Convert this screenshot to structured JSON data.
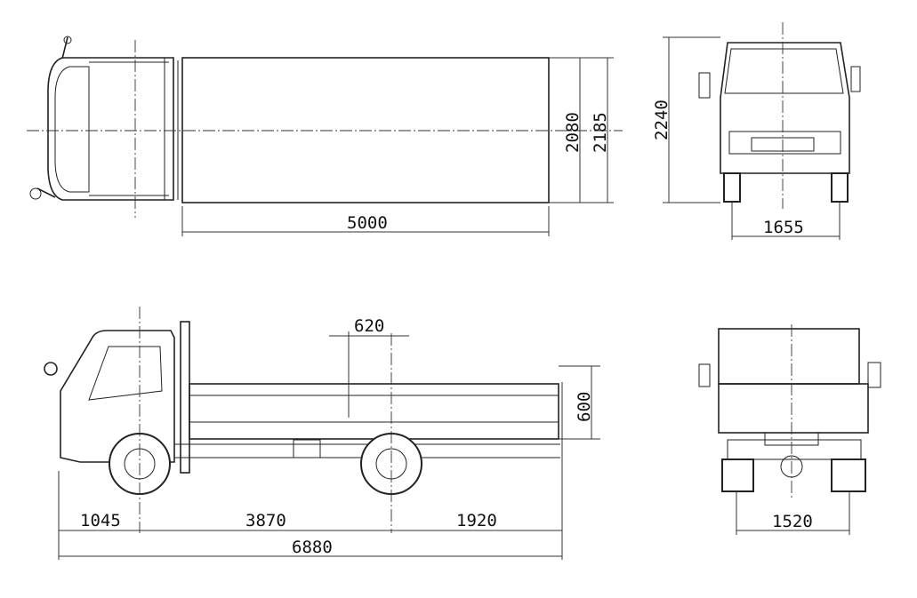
{
  "dimensions": {
    "top_view": {
      "deck_length": "5000",
      "deck_width_inner": "2080",
      "deck_width_outer": "2185"
    },
    "front_view": {
      "height": "2240",
      "front_track": "1655"
    },
    "side_view": {
      "gate_offset": "620",
      "gate_height": "600",
      "front_overhang": "1045",
      "wheelbase": "3870",
      "rear_overhang": "1920",
      "overall_length": "6880"
    },
    "rear_view": {
      "rear_track": "1520"
    }
  },
  "colors": {
    "line": "#222222",
    "background": "#ffffff"
  }
}
